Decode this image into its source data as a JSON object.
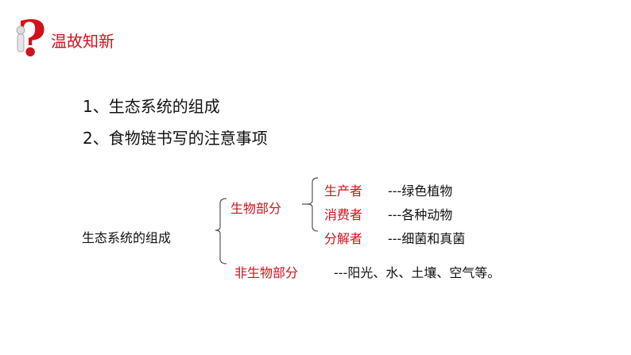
{
  "header": {
    "title": "温故知新",
    "icon": "question-mark-figure-icon"
  },
  "topics": [
    "1、生态系统的组成",
    "2、食物链书写的注意事项"
  ],
  "diagram": {
    "root": "生态系统的组成",
    "biotic": {
      "label": "生物部分",
      "members": [
        {
          "role": "生产者",
          "desc": "---绿色植物"
        },
        {
          "role": "消费者",
          "desc": "---各种动物"
        },
        {
          "role": "分解者",
          "desc": "---细菌和真菌"
        }
      ]
    },
    "abiotic": {
      "label": "非生物部分",
      "desc": "---阳光、水、土壤、空气等。"
    }
  },
  "colors": {
    "accent": "#d0121b"
  }
}
